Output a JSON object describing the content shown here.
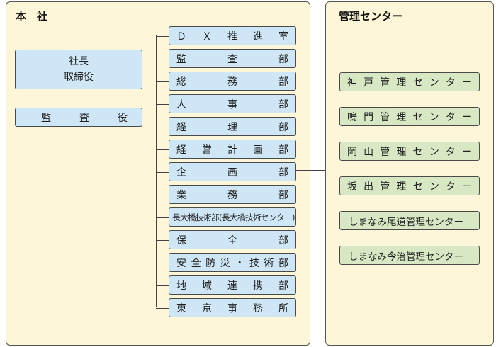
{
  "head_office": {
    "title": "本　社",
    "leaders": [
      {
        "chars": [
          "社",
          "長"
        ]
      },
      {
        "chars": [
          "取",
          "締",
          "役"
        ]
      }
    ],
    "auditor": {
      "chars": [
        "監",
        "査",
        "役"
      ]
    },
    "departments": [
      {
        "chars": [
          "Ｄ",
          "Ｘ",
          "推",
          "進",
          "室"
        ]
      },
      {
        "chars": [
          "監",
          "査",
          "部"
        ]
      },
      {
        "chars": [
          "総",
          "務",
          "部"
        ]
      },
      {
        "chars": [
          "人",
          "事",
          "部"
        ]
      },
      {
        "chars": [
          "経",
          "理",
          "部"
        ]
      },
      {
        "chars": [
          "経",
          "営",
          "計",
          "画",
          "部"
        ]
      },
      {
        "chars": [
          "企",
          "画",
          "部"
        ]
      },
      {
        "chars": [
          "業",
          "務",
          "部"
        ]
      },
      {
        "text": "長大橋技術部(長大橋技術センター)"
      },
      {
        "chars": [
          "保",
          "全",
          "部"
        ]
      },
      {
        "chars": [
          "安",
          "全",
          "防",
          "災",
          "・",
          "技",
          "術",
          "部"
        ]
      },
      {
        "chars": [
          "地",
          "域",
          "連",
          "携",
          "部"
        ]
      },
      {
        "chars": [
          "東",
          "京",
          "事",
          "務",
          "所"
        ]
      }
    ]
  },
  "centers": {
    "title": "管理センター",
    "items": [
      {
        "chars": [
          "神",
          "戸",
          "管",
          "理",
          "セ",
          "ン",
          "タ",
          "ー"
        ]
      },
      {
        "chars": [
          "鳴",
          "門",
          "管",
          "理",
          "セ",
          "ン",
          "タ",
          "ー"
        ]
      },
      {
        "chars": [
          "岡",
          "山",
          "管",
          "理",
          "セ",
          "ン",
          "タ",
          "ー"
        ]
      },
      {
        "chars": [
          "坂",
          "出",
          "管",
          "理",
          "セ",
          "ン",
          "タ",
          "ー"
        ]
      },
      {
        "text": "しまなみ尾道管理センター"
      },
      {
        "text": "しまなみ今治管理センター"
      }
    ]
  },
  "colors": {
    "panel": "#fdf6d8",
    "head_box": "#cfe6f6",
    "center_box": "#d8e8c4",
    "line": "#444444"
  }
}
